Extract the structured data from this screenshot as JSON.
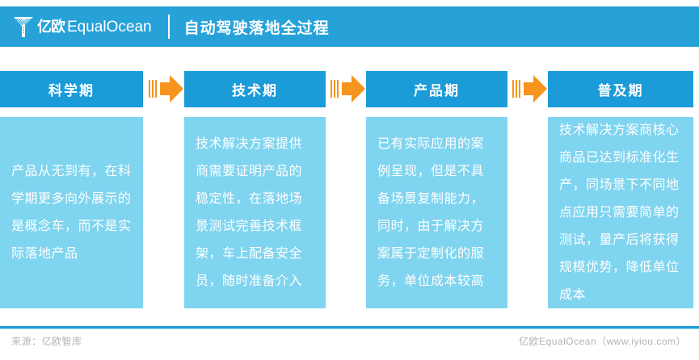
{
  "header": {
    "logo_icon": "equalocean-tree-logo-icon",
    "logo_cn": "亿欧",
    "logo_en": "EqualOcean",
    "title": "自动驾驶落地全过程"
  },
  "stages": [
    {
      "label": "科学期",
      "body": "产品从无到有，在科学期更多向外展示的是概念车，而不是实际落地产品"
    },
    {
      "label": "技术期",
      "body": "技术解决方案提供商需要证明产品的稳定性，在落地场景测试完善技术框架，车上配备安全员，随时准备介入"
    },
    {
      "label": "产品期",
      "body": "已有实际应用的案例呈现，但是不具备场景复制能力，同时，由于解决方案属于定制化的服务，单位成本较高"
    },
    {
      "label": "普及期",
      "body": "技术解决方案商核心商品已达到标准化生产，同场景下不同地点应用只需要简单的测试，量产后将获得规模优势，降低单位成本"
    }
  ],
  "arrows": [
    {
      "name": "arrow-stage-1-to-2"
    },
    {
      "name": "arrow-stage-2-to-3"
    },
    {
      "name": "arrow-stage-3-to-4"
    }
  ],
  "footer": {
    "source": "来源：亿欧智库",
    "credit": "亿欧EqualOcean（www.iyiou.com）"
  },
  "colors": {
    "header_blue": "#27a2d9",
    "stage_blue": "#1b9bd8",
    "body_blue": "#7fd4ef",
    "arrow_orange": "#f7941e",
    "footer_gray": "#b3b3b3"
  }
}
